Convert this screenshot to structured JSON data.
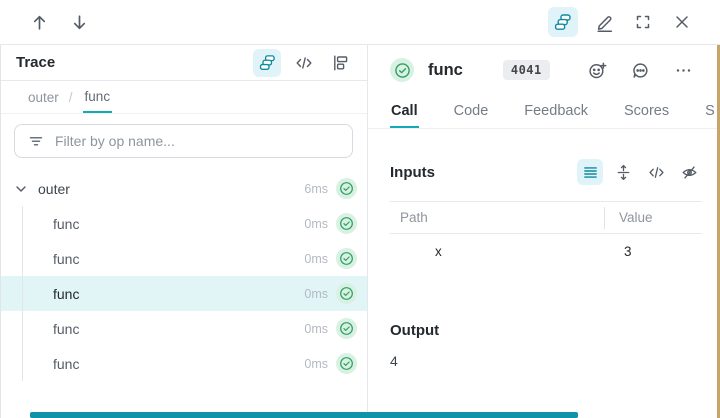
{
  "colors": {
    "accent_teal": "#13a9ba",
    "teal_icon": "#0d8a9e",
    "teal_highlight_bg": "#dff3f8",
    "selection_bg": "#e1f5f6",
    "success_green": "#2f9e63",
    "success_green_bg": "#d9f1e3",
    "border": "#e4e7eb",
    "text_dark": "#24292e",
    "text_gray": "#8e959e",
    "text_faint": "#b4bac2",
    "badge_bg": "#ecedf0",
    "tan_edge": "#c8a468",
    "progress_bar": "#0f93a6"
  },
  "topbar": {
    "icons_left": [
      "arrow-up-icon",
      "arrow-down-icon"
    ],
    "icons_right": [
      "stack-icon (active)",
      "edit-icon",
      "fullscreen-icon",
      "close-icon"
    ]
  },
  "trace": {
    "title": "Trace",
    "view_icons": [
      "stack-icon (active)",
      "code-icon",
      "flame-graph-icon"
    ],
    "breadcrumb": {
      "items": [
        "outer",
        "func"
      ],
      "separator": "/",
      "active": "func"
    },
    "filter": {
      "placeholder": "Filter by op name...",
      "icon": "filter-icon"
    },
    "tree": [
      {
        "label": "outer",
        "duration": "6ms",
        "level": 0,
        "expanded": true,
        "selected": false,
        "status": "success"
      },
      {
        "label": "func",
        "duration": "0ms",
        "level": 1,
        "selected": false,
        "status": "success"
      },
      {
        "label": "func",
        "duration": "0ms",
        "level": 1,
        "selected": false,
        "status": "success"
      },
      {
        "label": "func",
        "duration": "0ms",
        "level": 1,
        "selected": true,
        "status": "success"
      },
      {
        "label": "func",
        "duration": "0ms",
        "level": 1,
        "selected": false,
        "status": "success"
      },
      {
        "label": "func",
        "duration": "0ms",
        "level": 1,
        "selected": false,
        "status": "success"
      }
    ]
  },
  "detail": {
    "status": "success",
    "title": "func",
    "badge": "4041",
    "header_icons": [
      "add-reaction-icon",
      "comment-icon",
      "overflow-menu-icon"
    ],
    "tabs": [
      "Call",
      "Code",
      "Feedback",
      "Scores",
      "S"
    ],
    "active_tab": "Call",
    "inputs": {
      "heading": "Inputs",
      "toolbar_icons": [
        "list-view-icon (active)",
        "expand-rows-icon",
        "code-view-icon",
        "hide-icon"
      ],
      "table": {
        "columns": [
          "Path",
          "Value"
        ],
        "rows": [
          {
            "path": "x",
            "value": "3"
          }
        ]
      }
    },
    "output": {
      "heading": "Output",
      "value": "4"
    }
  }
}
